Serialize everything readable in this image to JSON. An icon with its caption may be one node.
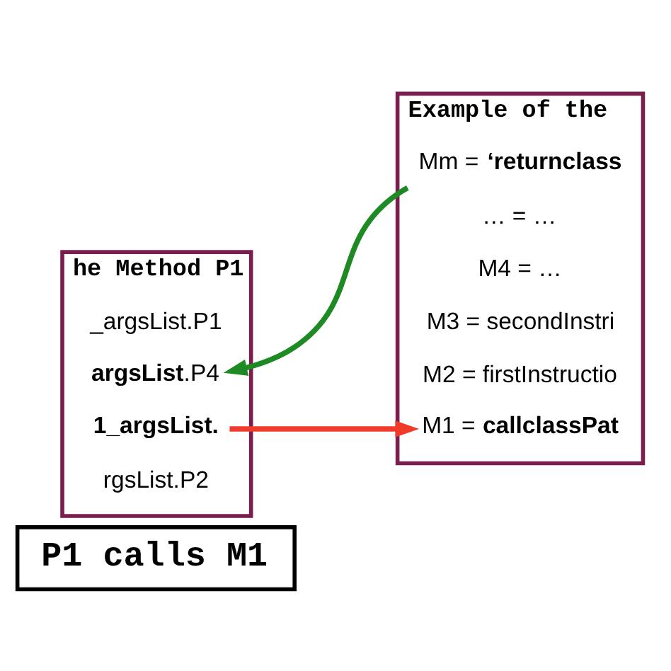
{
  "diagram": {
    "nodes": [
      {
        "text": [
          "P1 calls M1"
        ]
      },
      {
        "text": [
          "he Method P1"
        ]
      },
      {
        "text": [
          "rgsList.P2"
        ],
        "in": 1
      },
      {
        "text": [
          "**1_argsList.**"
        ],
        "in": 1
      },
      {
        "text": [
          "**argsList**.P4"
        ],
        "in": 1
      },
      {
        "text": [
          "_argsList.P1"
        ],
        "in": 1
      },
      {
        "text": [
          "Example of the"
        ]
      },
      {
        "text": [
          "M1 = **callclassPat**"
        ],
        "in": 6
      },
      {
        "text": [
          "M2 = firstInstructio"
        ],
        "in": 6
      },
      {
        "text": [
          "M3 = secondInstri"
        ],
        "in": 6
      },
      {
        "text": [
          "M4 = …"
        ],
        "in": 6
      },
      {
        "text": [
          "… = …"
        ],
        "in": 6
      },
      {
        "text": [
          "Mm = **‘returnclass**"
        ],
        "in": 6
      }
    ],
    "edges": [
      {
        "from": 3,
        "to": 7,
        "arrow": "to",
        "color": "#f03a2a"
      },
      {
        "from": 12,
        "to": 4,
        "arrow": "to",
        "color": "#1e8a24"
      }
    ]
  }
}
